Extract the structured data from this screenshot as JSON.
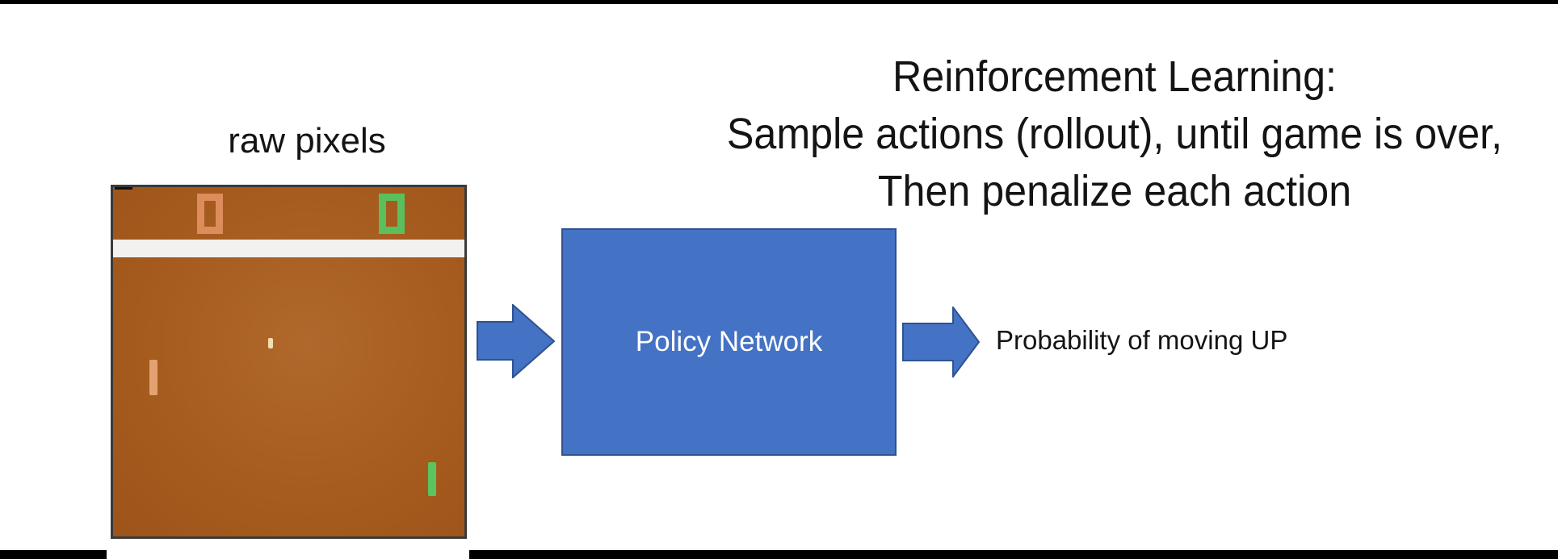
{
  "colors": {
    "accent-blue": "#4472C4",
    "accent-blue-border": "#2F528F",
    "game-brown": "#A65C1E",
    "game-brown-light": "#B0682C",
    "game-border": "#3A3A3A",
    "score-orange": "#DD8C5B",
    "score-green": "#5CBF5D",
    "paddle-tan": "#E2A271",
    "paddle-green": "#5BC45F",
    "ball-cream": "#F2DFB0",
    "band-white": "#F3F1EF",
    "bar-black": "#000000",
    "text-dark": "#141414"
  },
  "title": {
    "line1": "Reinforcement Learning:",
    "line2": "Sample actions (rollout), until game is over,",
    "line3": "Then penalize each action"
  },
  "game": {
    "label": "raw pixels",
    "left_score": "0",
    "right_score": "0"
  },
  "pipeline": {
    "box_label": "Policy Network",
    "output_label": "Probability of moving UP"
  }
}
